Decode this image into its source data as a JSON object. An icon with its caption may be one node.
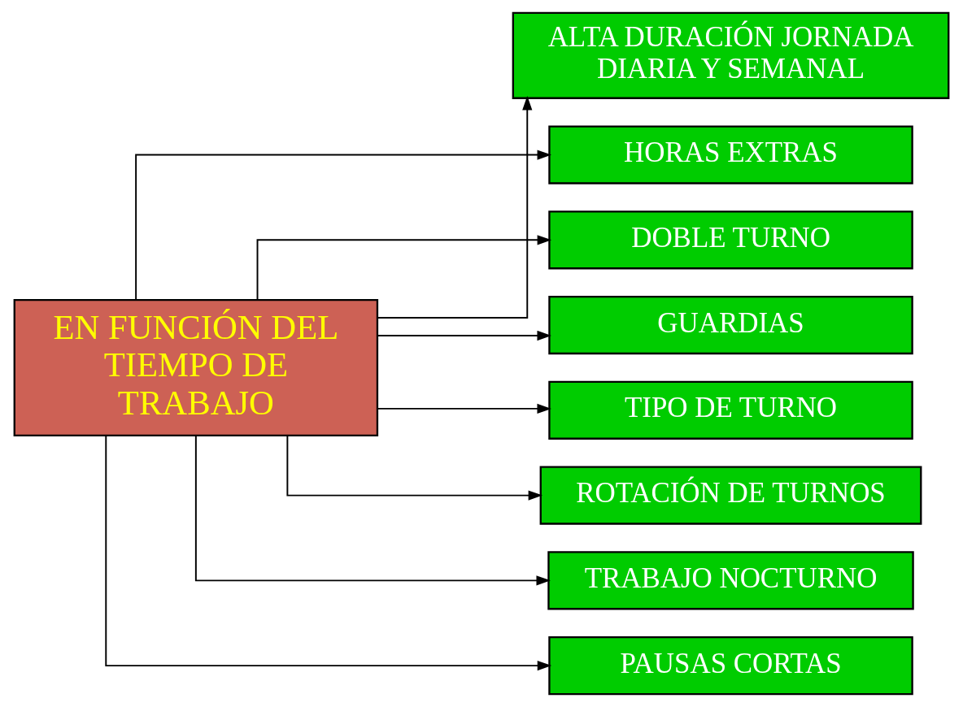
{
  "diagram": {
    "nodes": [
      {
        "text": [
          "EN FUNCIÓN DEL TIEMPO DE TRABAJO"
        ]
      },
      {
        "text": [
          "ALTA DURACIÓN JORNADA DIARIA Y SEMANAL"
        ]
      },
      {
        "text": [
          "HORAS EXTRAS"
        ]
      },
      {
        "text": [
          "DOBLE TURNO"
        ]
      },
      {
        "text": [
          "GUARDIAS"
        ]
      },
      {
        "text": [
          "TIPO DE TURNO"
        ]
      },
      {
        "text": [
          "ROTACIÓN DE TURNOS"
        ]
      },
      {
        "text": [
          "TRABAJO NOCTURNO"
        ]
      },
      {
        "text": [
          "PAUSAS CORTAS"
        ]
      }
    ],
    "edges": [
      {
        "from": 0,
        "to": 1,
        "arrow": "to"
      },
      {
        "from": 0,
        "to": 2,
        "arrow": "to"
      },
      {
        "from": 0,
        "to": 3,
        "arrow": "to"
      },
      {
        "from": 0,
        "to": 4,
        "arrow": "to"
      },
      {
        "from": 0,
        "to": 5,
        "arrow": "to"
      },
      {
        "from": 0,
        "to": 6,
        "arrow": "to"
      },
      {
        "from": 0,
        "to": 7,
        "arrow": "to"
      },
      {
        "from": 0,
        "to": 8,
        "arrow": "to"
      }
    ]
  }
}
